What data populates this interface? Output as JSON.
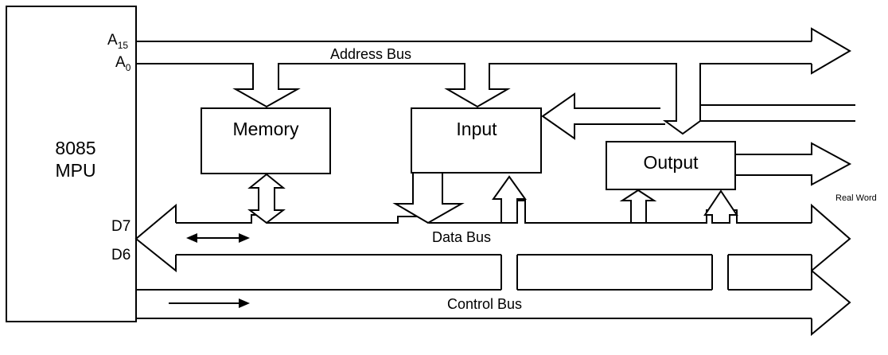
{
  "mpu": {
    "line1": "8085",
    "line2": "MPU"
  },
  "pins": {
    "a15_base": "A",
    "a15_sub": "15",
    "a0_base": "A",
    "a0_sub": "0",
    "d7": "D7",
    "d6": "D6"
  },
  "blocks": {
    "memory": "Memory",
    "input": "Input",
    "output": "Output"
  },
  "buses": {
    "address": "Address Bus",
    "data": "Data Bus",
    "control": "Control Bus"
  },
  "external": {
    "real_world": "Real Word"
  },
  "colors": {
    "stroke": "#000000",
    "background": "#ffffff"
  }
}
